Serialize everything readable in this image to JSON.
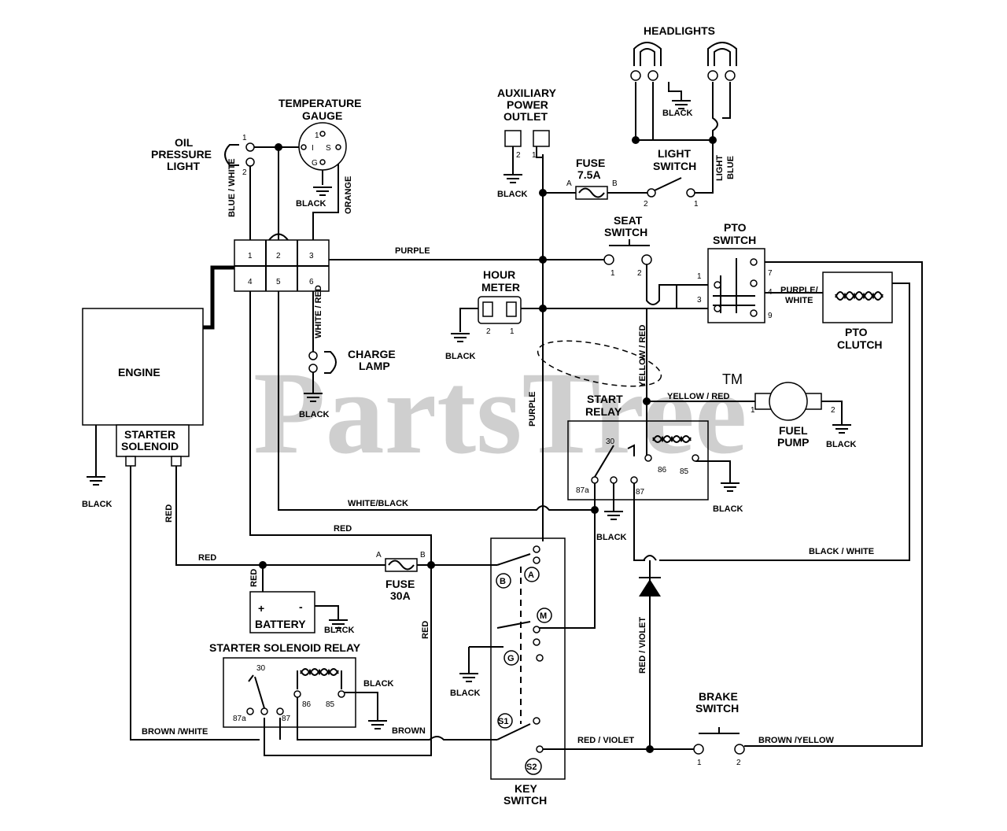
{
  "watermark": {
    "text": "PartsTree",
    "tm": "TM"
  },
  "components": {
    "headlights": "HEADLIGHTS",
    "temperature_gauge": [
      "TEMPERATURE",
      "GAUGE"
    ],
    "oil_pressure_light": [
      "OIL",
      "PRESSURE",
      "LIGHT"
    ],
    "auxiliary_power_outlet": [
      "AUXILIARY",
      "POWER",
      "OUTLET"
    ],
    "fuse_75a": [
      "FUSE",
      "7.5A"
    ],
    "light_switch": [
      "LIGHT",
      "SWITCH"
    ],
    "seat_switch": [
      "SEAT",
      "SWITCH"
    ],
    "pto_switch": [
      "PTO",
      "SWITCH"
    ],
    "hour_meter": [
      "HOUR",
      "METER"
    ],
    "pto_clutch": [
      "PTO",
      "CLUTCH"
    ],
    "engine": "ENGINE",
    "charge_lamp": [
      "CHARGE",
      "LAMP"
    ],
    "start_relay": [
      "START",
      "RELAY"
    ],
    "fuel_pump": [
      "FUEL",
      "PUMP"
    ],
    "starter_solenoid": [
      "STARTER",
      "SOLENOID"
    ],
    "fuse_30a": [
      "FUSE",
      "30A"
    ],
    "battery": "BATTERY",
    "starter_solenoid_relay": "STARTER SOLENOID RELAY",
    "key_switch": [
      "KEY",
      "SWITCH"
    ],
    "brake_switch": [
      "BRAKE",
      "SWITCH"
    ]
  },
  "wires": {
    "black": "BLACK",
    "light_blue": [
      "LIGHT",
      "BLUE"
    ],
    "blue_white": "BLUE / WHITE",
    "orange": "ORANGE",
    "purple": "PURPLE",
    "white_red": "WHITE / RED",
    "purple_white": [
      "PURPLE/",
      "WHITE"
    ],
    "yellow_red": "YELLOW / RED",
    "yellow_red_vertical": "YELLOW / RED",
    "white_black": "WHITE/BLACK",
    "red": "RED",
    "black_white": "BLACK / WHITE",
    "red_violet": "RED / VIOLET",
    "brown_white": "BROWN /WHITE",
    "brown": "BROWN",
    "brown_yellow": "BROWN /YELLOW"
  },
  "pins": {
    "oil": [
      "1",
      "2"
    ],
    "gauge": [
      "1",
      "I",
      "S",
      "G"
    ],
    "aux": [
      "2",
      "1"
    ],
    "fuse75": [
      "A",
      "B"
    ],
    "light_switch": [
      "2",
      "1"
    ],
    "seat": [
      "1",
      "2"
    ],
    "connector": [
      "1",
      "2",
      "3",
      "4",
      "5",
      "6"
    ],
    "pto": [
      "1",
      "3",
      "7",
      "4",
      "9"
    ],
    "hour": [
      "2",
      "1"
    ],
    "fuel": [
      "1",
      "2"
    ],
    "start_relay": [
      "30",
      "87a",
      "87",
      "86",
      "85"
    ],
    "fuse30": [
      "A",
      "B"
    ],
    "battery": [
      "+",
      "-"
    ],
    "ssr": [
      "30",
      "87a",
      "87",
      "86",
      "85"
    ],
    "key": [
      "A",
      "B",
      "M",
      "G",
      "S1",
      "S2"
    ],
    "brake": [
      "1",
      "2"
    ]
  }
}
